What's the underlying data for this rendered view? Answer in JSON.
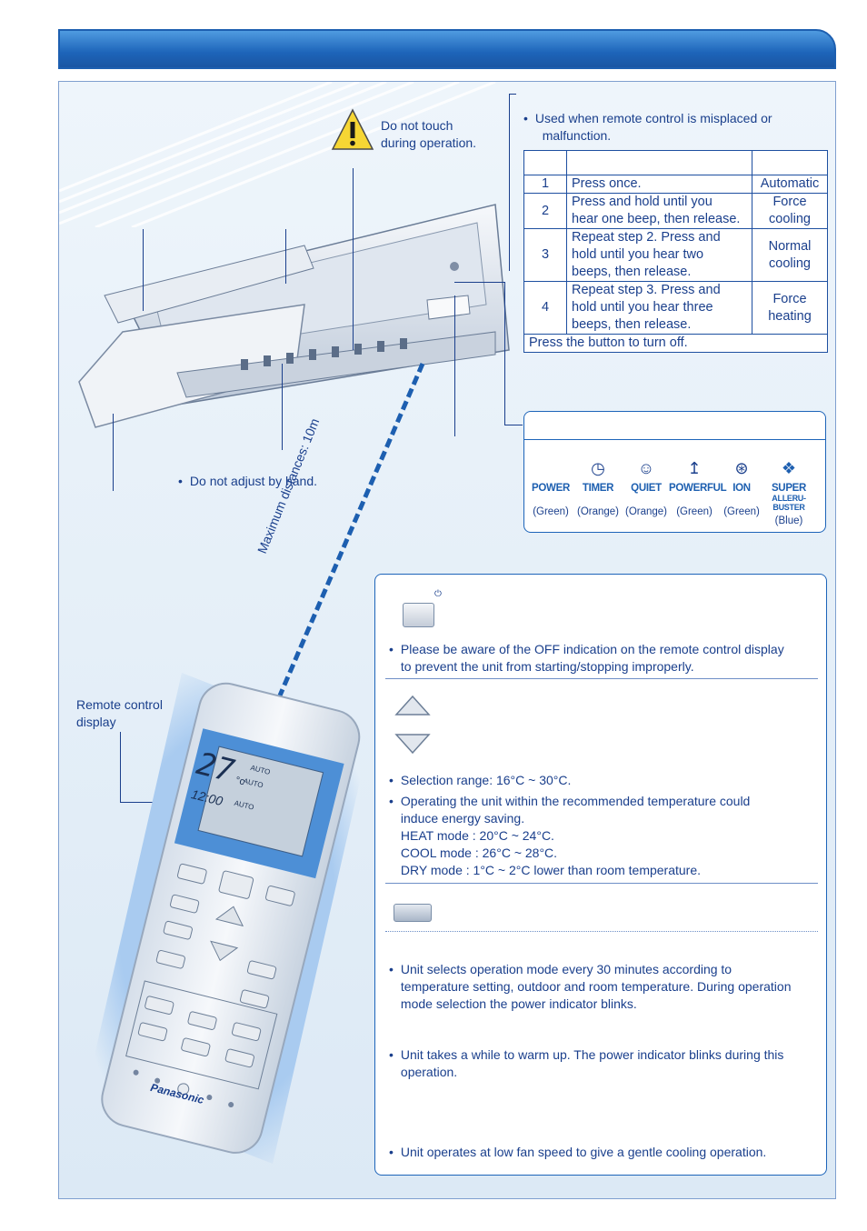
{
  "header": {
    "title": ""
  },
  "warning": {
    "line1": "Do not touch",
    "line2": "during operation."
  },
  "louver_note": "Do not adjust by hand.",
  "distance_label": "Maximum distances: 10m",
  "remote_label": {
    "line1": "Remote control",
    "line2": "display"
  },
  "auto_switch": {
    "note_line1": "Used when remote control is misplaced or",
    "note_line2": "malfunction.",
    "columns": [
      "",
      "",
      ""
    ],
    "rows": [
      {
        "step": "1",
        "action": [
          "Press once."
        ],
        "mode": [
          "Automatic"
        ]
      },
      {
        "step": "2",
        "action": [
          "Press and hold until you",
          "hear one beep, then release."
        ],
        "mode": [
          "Force",
          "cooling"
        ]
      },
      {
        "step": "3",
        "action": [
          "Repeat step 2. Press and",
          "hold until you hear two",
          "beeps, then release."
        ],
        "mode": [
          "Normal",
          "cooling"
        ]
      },
      {
        "step": "4",
        "action": [
          "Repeat step 3. Press and",
          "hold until you hear three",
          "beeps, then release."
        ],
        "mode": [
          "Force",
          "heating"
        ]
      }
    ],
    "footer": "Press the button to turn off."
  },
  "indicators": {
    "title": "",
    "items": [
      {
        "name": "POWER",
        "color": "(Green)",
        "icon": "power-icon"
      },
      {
        "name": "TIMER",
        "color": "(Orange)",
        "icon": "clock-icon"
      },
      {
        "name": "QUIET",
        "color": "(Orange)",
        "icon": "quiet-icon"
      },
      {
        "name": "POWERFUL",
        "color": "(Green)",
        "icon": "powerful-icon"
      },
      {
        "name": "ION",
        "color": "(Green)",
        "icon": "ion-icon"
      },
      {
        "name": "SUPER",
        "name2": "ALLERU-BUSTER",
        "color": "(Blue)",
        "icon": "allergen-icon"
      }
    ]
  },
  "remote_panel": {
    "power_note_line1": "Please be aware of the OFF indication on the remote control display",
    "power_note_line2": "to prevent the unit from starting/stopping improperly.",
    "temp_range": "Selection range: 16°C ~ 30°C.",
    "energy_line1": "Operating the unit within the recommended temperature could",
    "energy_line2": "induce energy saving.",
    "heat": "HEAT mode : 20°C ~ 24°C.",
    "cool": "COOL mode : 26°C ~ 28°C.",
    "dry": "DRY mode : 1°C ~ 2°C lower than room temperature.",
    "auto_line1": "Unit selects operation mode every 30 minutes according to",
    "auto_line2": "temperature setting, outdoor and room temperature. During operation",
    "auto_line3": "mode selection the power indicator blinks.",
    "heat_line1": "Unit takes a while to warm up. The power indicator blinks during this",
    "heat_line2": "operation.",
    "cool_text": "Unit operates at low fan speed to give a gentle cooling operation."
  },
  "remote": {
    "temp": "27",
    "unit": "°c",
    "auto1": "AUTO",
    "auto2": "AUTO",
    "auto3": "AUTO",
    "clock": "12:00",
    "brand": "Panasonic"
  },
  "colors": {
    "accent": "#1d64b9",
    "text": "#1a3f8c",
    "background": "#e6eff8"
  }
}
